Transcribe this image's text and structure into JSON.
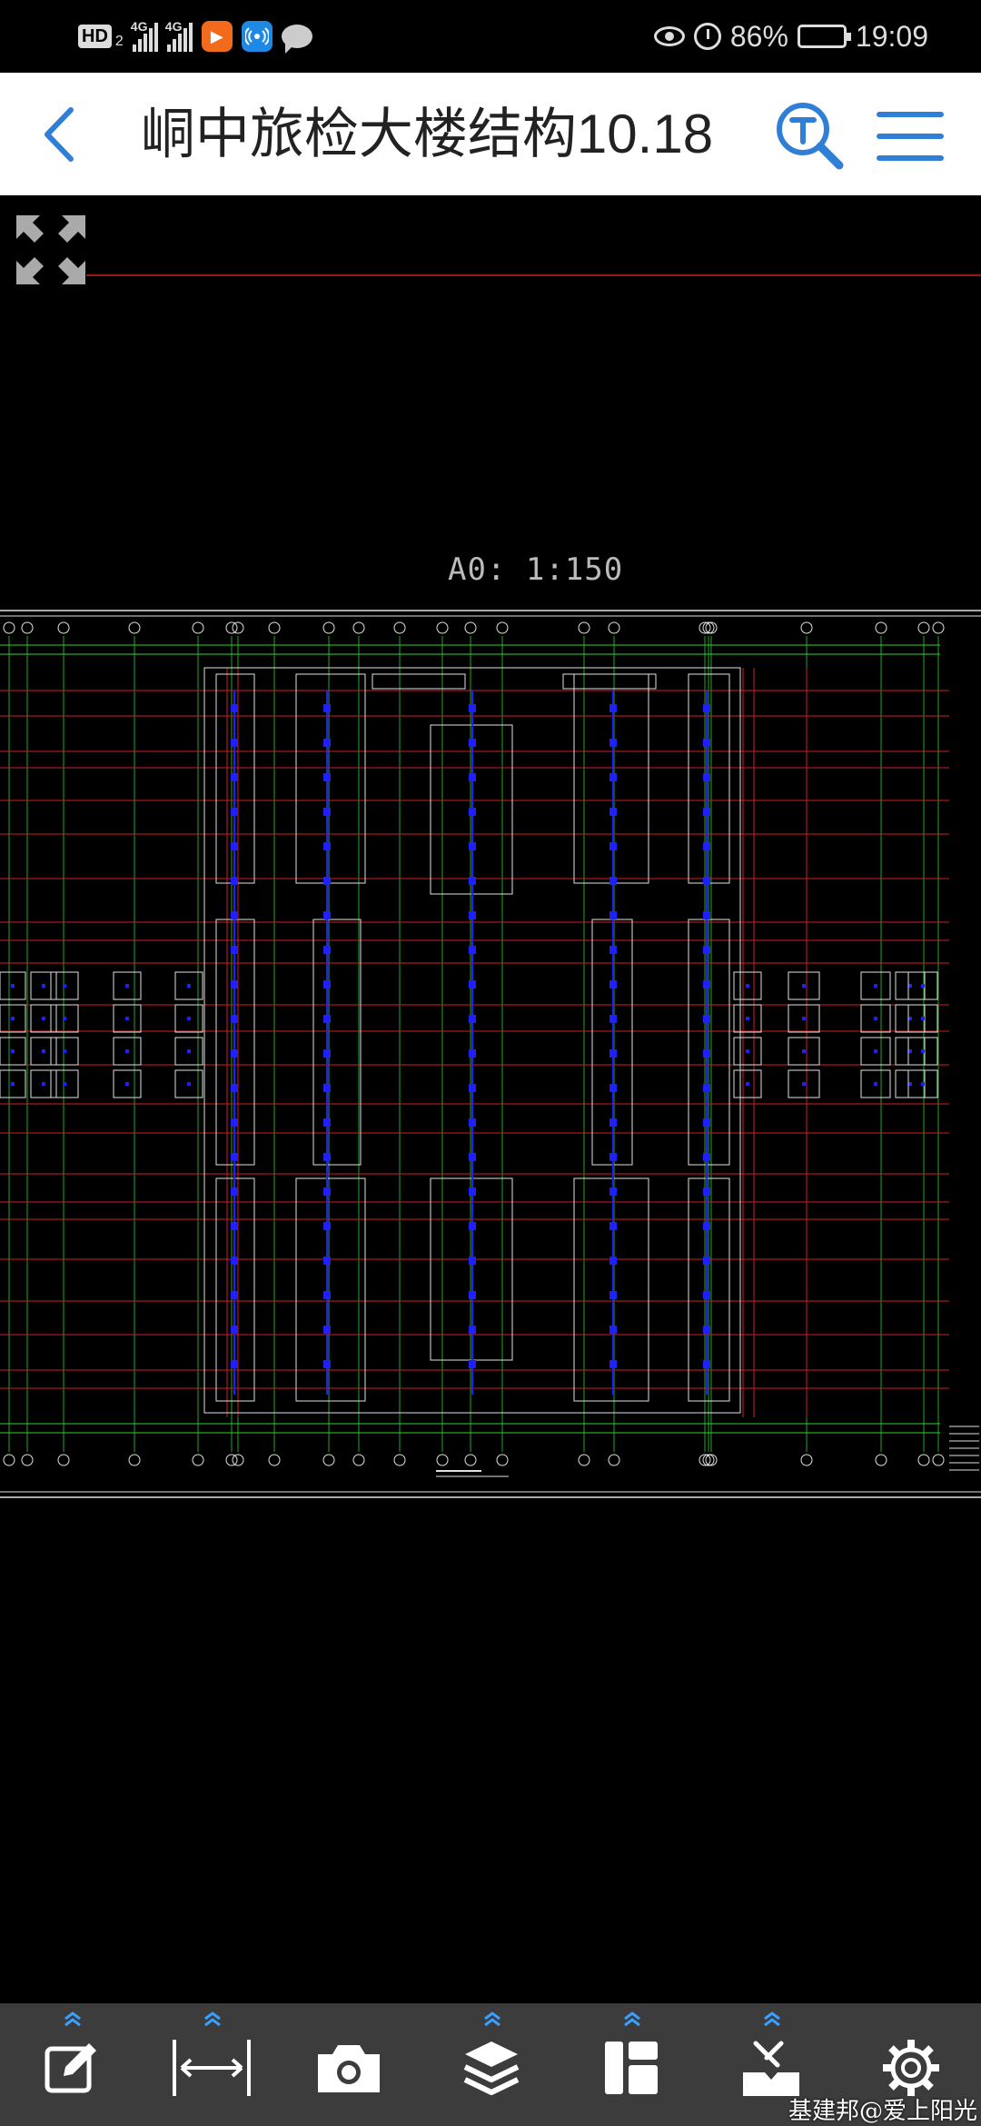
{
  "status_bar": {
    "hd": "HD",
    "hd_sub": "2",
    "net1": "4G",
    "net2": "4G",
    "battery_text": "86%",
    "battery_level": 0.86,
    "time": "19:09"
  },
  "header": {
    "title": "峒中旅检大楼结构10.18",
    "back_icon": "back-arrow-icon",
    "search_icon": "text-search-icon",
    "menu_icon": "hamburger-menu-icon"
  },
  "canvas": {
    "scale_text": "A0: 1:150",
    "fullscreen_icon": "fullscreen-expand-icon"
  },
  "toolbar": {
    "tools": [
      {
        "name": "annotate",
        "icon": "edit-icon",
        "has_expand": true
      },
      {
        "name": "measure",
        "icon": "measure-icon",
        "has_expand": true
      },
      {
        "name": "screenshot",
        "icon": "camera-icon",
        "has_expand": false
      },
      {
        "name": "layers",
        "icon": "layers-icon",
        "has_expand": true
      },
      {
        "name": "layout",
        "icon": "layout-icon",
        "has_expand": true
      },
      {
        "name": "tools",
        "icon": "toolbox-icon",
        "has_expand": true
      },
      {
        "name": "settings",
        "icon": "gear-icon",
        "has_expand": false
      }
    ]
  },
  "watermark": "基建邦@爱上阳光",
  "colors": {
    "header_bg": "#ffffff",
    "accent_blue": "#2f7fd6",
    "canvas_bg": "#000000",
    "toolbar_bg": "#3c3c3c",
    "cad_red": "#d02020",
    "cad_green": "#2fd02f",
    "cad_blue": "#2020ff",
    "cad_white": "#e0e0e0"
  }
}
